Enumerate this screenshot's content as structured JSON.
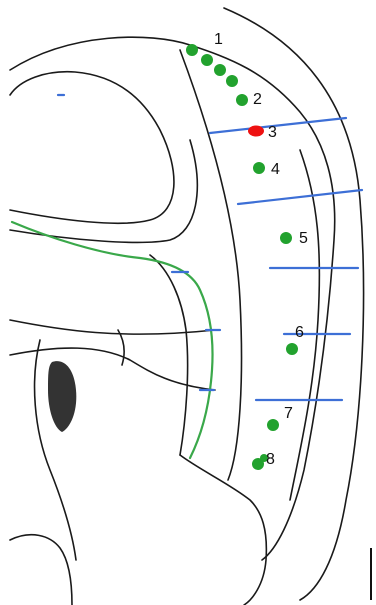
{
  "colors": {
    "outline": "#1a1a1a",
    "boundary_line": "#3d6fd6",
    "fiber_line": "#3aa84a",
    "point_normal": "#22a22e",
    "point_highlight": "#ee1111",
    "dark_region": "#333333"
  },
  "points": [
    {
      "label": "1",
      "highlight": false
    },
    {
      "label": "2",
      "highlight": false
    },
    {
      "label": "3",
      "highlight": true
    },
    {
      "label": "4",
      "highlight": false
    },
    {
      "label": "5",
      "highlight": false
    },
    {
      "label": "6",
      "highlight": false
    },
    {
      "label": "7",
      "highlight": false
    },
    {
      "label": "8",
      "highlight": false
    }
  ]
}
